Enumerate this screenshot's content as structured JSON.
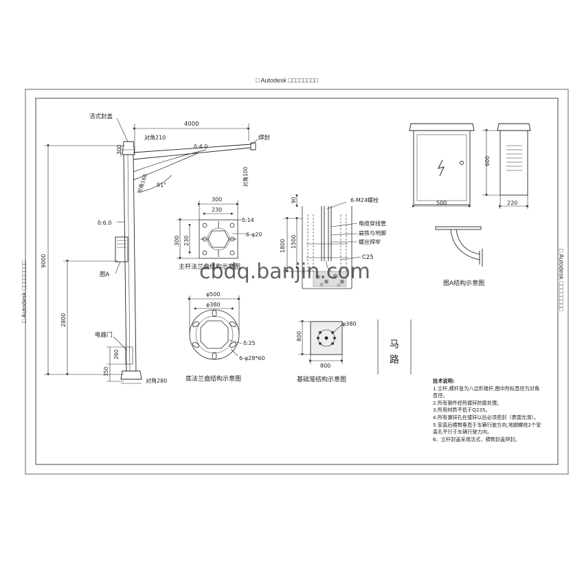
{
  "watermark": {
    "product": "Autodesk",
    "top_text": "□ Autodesk □□□□□□□□",
    "side_text": "□ Autodesk □□□□□□□□",
    "site": "cbdq.banjin.com"
  },
  "pole": {
    "label_cap": "活式封盖",
    "label_weld": "焊封",
    "arm_length": "4000",
    "diag_top": "对角210",
    "arm_thickness": "δ:4.0",
    "diag_arm_end": "对角100",
    "diag_mid": "对角160",
    "angle": "91°",
    "height_300": "300",
    "pole_thickness": "δ:6.0",
    "total_height": "9000",
    "label_figA": "图A",
    "box_height": "2800",
    "door_label": "电器门",
    "door_260": "260",
    "base_350": "350",
    "diag_base": "对角280"
  },
  "flange_main": {
    "w300": "300",
    "w230": "230",
    "h300": "300",
    "h230": "230",
    "thickness": "δ:14",
    "holes": "6-φ20",
    "caption": "主杆法兰盘结构示意图"
  },
  "flange_base": {
    "d500": "φ500",
    "d380": "φ380",
    "thickness": "δ:25",
    "holes": "6-φ28*60",
    "caption": "底法兰盘结构示意图"
  },
  "foundation": {
    "bolts": "6-M24螺栓",
    "d90": "90",
    "d1500": "1500",
    "d1800": "1800",
    "cable": "电缆穿线管",
    "flat_iron": "扁铁与地脚",
    "weld": "螺丝焊牢",
    "concrete": "C25"
  },
  "cage": {
    "d380": "φ380",
    "h800": "800",
    "w800": "800",
    "caption": "基础笼结构示意图"
  },
  "road": {
    "text1": "马",
    "text2": "路"
  },
  "cabinet": {
    "w500": "500",
    "h600": "600",
    "d220": "220"
  },
  "figA": {
    "caption": "图A结构示意图"
  },
  "tech_notes": {
    "title": "技术说明:",
    "lines": [
      "1.立杆,横杆皆为八边形锥杆,图中所标直径为对角直径。",
      "2.所有钢件经热镀锌防腐处理。",
      "3.所用材质不低于Q235。",
      "4.所有漏锌孔在镀锌以后必须密封（表面光滑）。",
      "5.安装后横臂垂直于车辆行驶方向,地脚螺栓2个安装孔平行于车辆行驶方向。",
      "6、立杆封盖采用活式，横臂封盖焊封。"
    ]
  }
}
